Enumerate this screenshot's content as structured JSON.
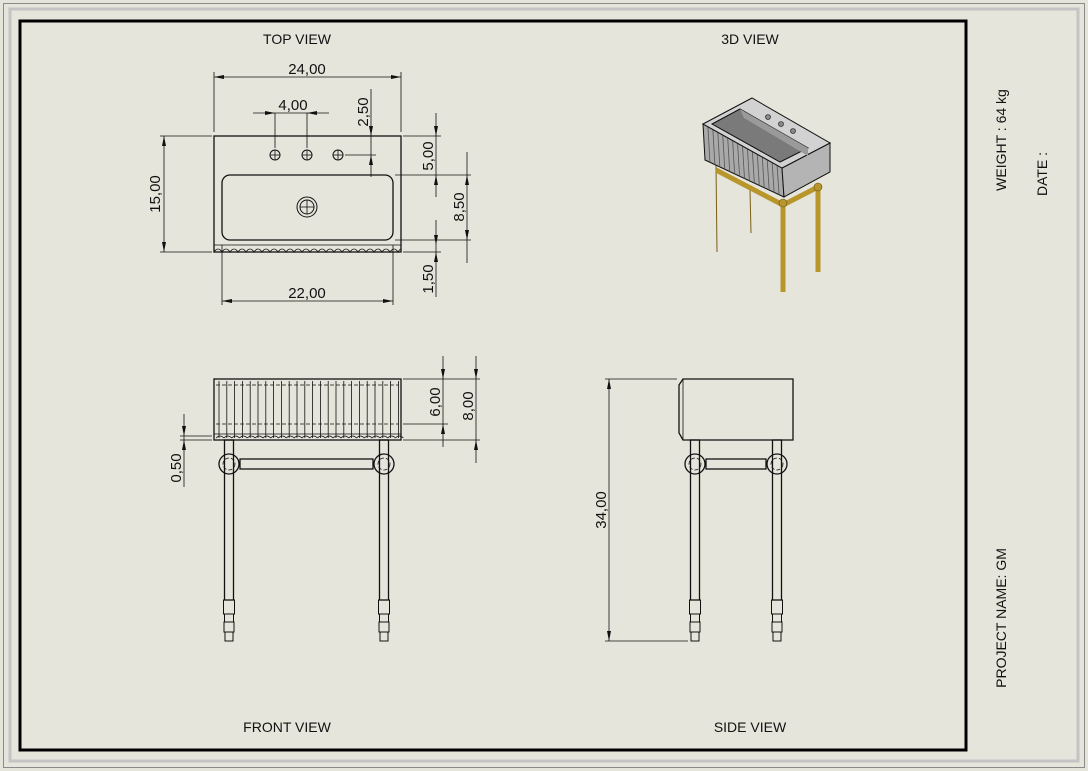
{
  "views": {
    "top": "TOP VIEW",
    "iso": "3D VIEW",
    "front": "FRONT VIEW",
    "side": "SIDE VIEW"
  },
  "dimensions": {
    "top": {
      "overall_width": "24,00",
      "faucet_spacing": "4,00",
      "faucet_offset": "2,50",
      "overall_depth": "15,00",
      "rim_to_basin": "5,00",
      "basin_depth": "8,50",
      "front_lip": "1,50",
      "basin_width": "22,00"
    },
    "front": {
      "basin_height": "6,00",
      "overall_height": "8,00",
      "base_offset": "0,50"
    },
    "side": {
      "total_height": "34,00"
    }
  },
  "title_block": {
    "weight": "WEIGHT : 64 kg",
    "date": "DATE :",
    "project": "PROJECT NAME: GM"
  },
  "colors": {
    "sheet": "#e6e5db",
    "line": "#111111",
    "leg_brass": "#b8962c",
    "ceramic": "#c8c8c8"
  }
}
